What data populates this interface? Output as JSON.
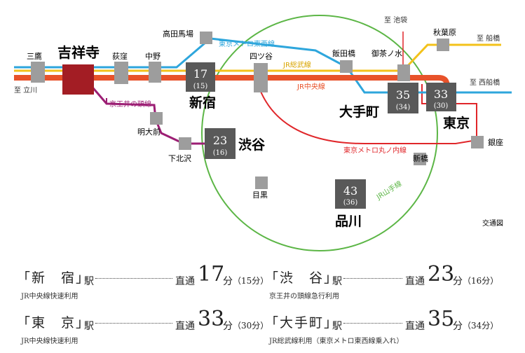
{
  "map": {
    "stations": {
      "kichijoji": "吉祥寺",
      "mitaka": "三鷹",
      "ogikubo": "荻窪",
      "nakano": "中野",
      "takadanobaba": "高田馬場",
      "shinjuku": "新宿",
      "yotsuya": "四ツ谷",
      "iidabashi": "飯田橋",
      "ochanomizu": "御茶ノ水",
      "akihabara": "秋葉原",
      "otemachi": "大手町",
      "tokyo": "東京",
      "ginza": "銀座",
      "shimbashi": "新橋",
      "shinagawa": "品川",
      "meguro": "目黒",
      "shibuya": "渋谷",
      "shimokitazawa": "下北沢",
      "meidaimae": "明大前"
    },
    "minutes": {
      "shinjuku": "17",
      "shinjuku_sub": "(15)",
      "otemachi": "35",
      "otemachi_sub": "(34)",
      "tokyo": "33",
      "tokyo_sub": "(30)",
      "shibuya": "23",
      "shibuya_sub": "(16)",
      "shinagawa": "43",
      "shinagawa_sub": "(36)"
    },
    "directions": {
      "tachikawa": "至 立川",
      "ikebukuro": "至 池袋",
      "funabashi": "至 船橋",
      "nishifunabashi": "至 西船橋"
    },
    "lines": {
      "tozai": "東京メトロ東西線",
      "sobu": "JR総武線",
      "chuo": "JR中央線",
      "inokashira": "京王井の頭線",
      "marunouchi": "東京メトロ丸ノ内線",
      "yamanote": "JR山手線"
    },
    "legend": "交通図",
    "colors": {
      "chuo": "#e8522a",
      "sobu": "#f3c21a",
      "tozai": "#2ea6dc",
      "marunouchi": "#e0262a",
      "inokashira": "#9c1e74",
      "yamanote": "#5cb646",
      "home": "#a31d24",
      "major": "#595959",
      "minor": "#9d9d9d"
    }
  },
  "table": [
    {
      "station": "「新　宿」",
      "eki": "駅",
      "direct": "直通",
      "main": "17",
      "fun": "分",
      "alt": "（15分）",
      "note": "JR中央線快速利用"
    },
    {
      "station": "「渋　谷」",
      "eki": "駅",
      "direct": "直通",
      "main": "23",
      "fun": "分",
      "alt": "（16分）",
      "note": "京王井の頭線急行利用"
    },
    {
      "station": "「東　京」",
      "eki": "駅",
      "direct": "直通",
      "main": "33",
      "fun": "分",
      "alt": "（30分）",
      "note": "JR中央線快速利用"
    },
    {
      "station": "「大手町」",
      "eki": "駅",
      "direct": "直通",
      "main": "35",
      "fun": "分",
      "alt": "（34分）",
      "note": "JR総武線利用（東京メトロ東西線乗入れ）"
    }
  ]
}
